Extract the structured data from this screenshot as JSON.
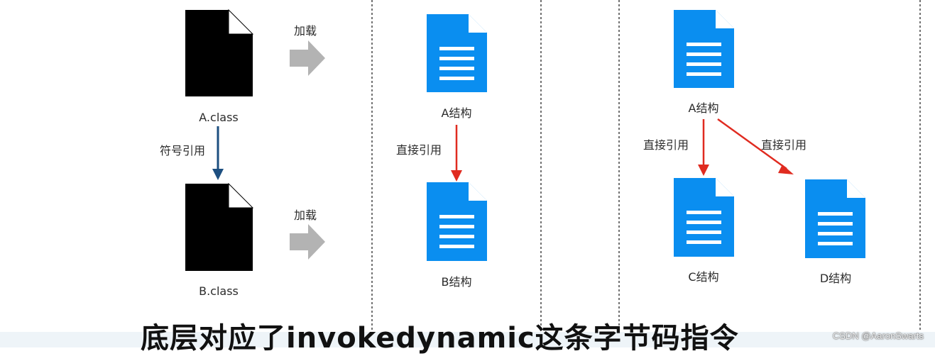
{
  "panel1": {
    "load_label_top": "加载",
    "load_label_bottom": "加载",
    "file_a": "A.class",
    "file_b": "B.class",
    "symbolic_ref": "符号引用"
  },
  "panel2": {
    "a_struct": "A结构",
    "b_struct": "B结构",
    "direct_ref": "直接引用"
  },
  "panel3": {
    "a_struct": "A结构",
    "c_struct": "C结构",
    "d_struct": "D结构",
    "direct_ref_left": "直接引用",
    "direct_ref_right": "直接引用"
  },
  "caption": "底层对应了invokedynamic这条字节码指令",
  "watermark": "CSDN @AaronSwarts",
  "colors": {
    "black_file": "#000000",
    "blue_doc": "#0a8ef0",
    "arrow_gray": "#b3b3b3",
    "arrow_red": "#e02b20",
    "arrow_blue": "#1d4f80",
    "divider": "#444444"
  }
}
